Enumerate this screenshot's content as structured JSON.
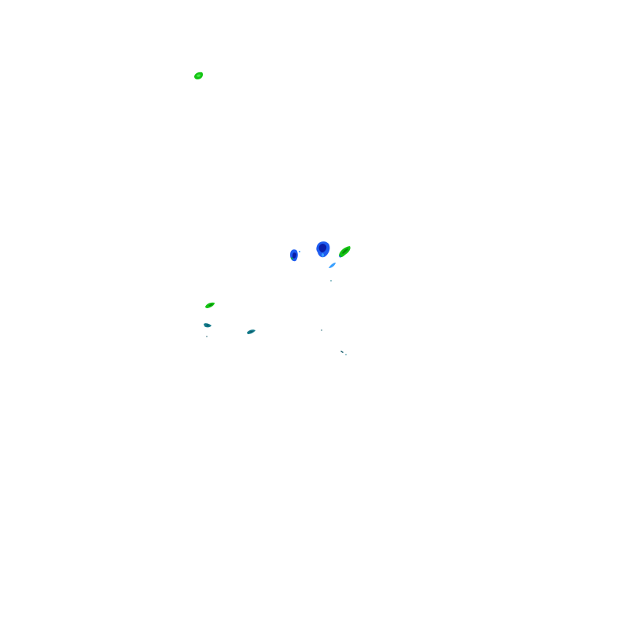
{
  "image": {
    "kind": "radar-reflectivity-overlay",
    "background": "#ffffff"
  },
  "palette": {
    "light_green": "#48e848",
    "green": "#14c414",
    "dark_green": "#0a8a0a",
    "blue": "#1e5cf0",
    "deep_blue": "#0a1ea8",
    "light_blue": "#3aa0ff",
    "teal": "#137a8a",
    "dark_teal": "#0c5566"
  },
  "echoes": [
    {
      "name": "echo-northwest-green",
      "color": "green"
    },
    {
      "name": "echo-center-west-blue",
      "color": "blue"
    },
    {
      "name": "echo-center-blue",
      "color": "deep_blue"
    },
    {
      "name": "echo-center-east-green",
      "color": "green"
    },
    {
      "name": "echo-center-streak-blue",
      "color": "light_blue"
    },
    {
      "name": "echo-southwest-green",
      "color": "green"
    },
    {
      "name": "echo-southwest-teal",
      "color": "teal"
    },
    {
      "name": "echo-south-teal",
      "color": "teal"
    },
    {
      "name": "echo-southeast-speckle",
      "color": "dark_teal"
    }
  ]
}
